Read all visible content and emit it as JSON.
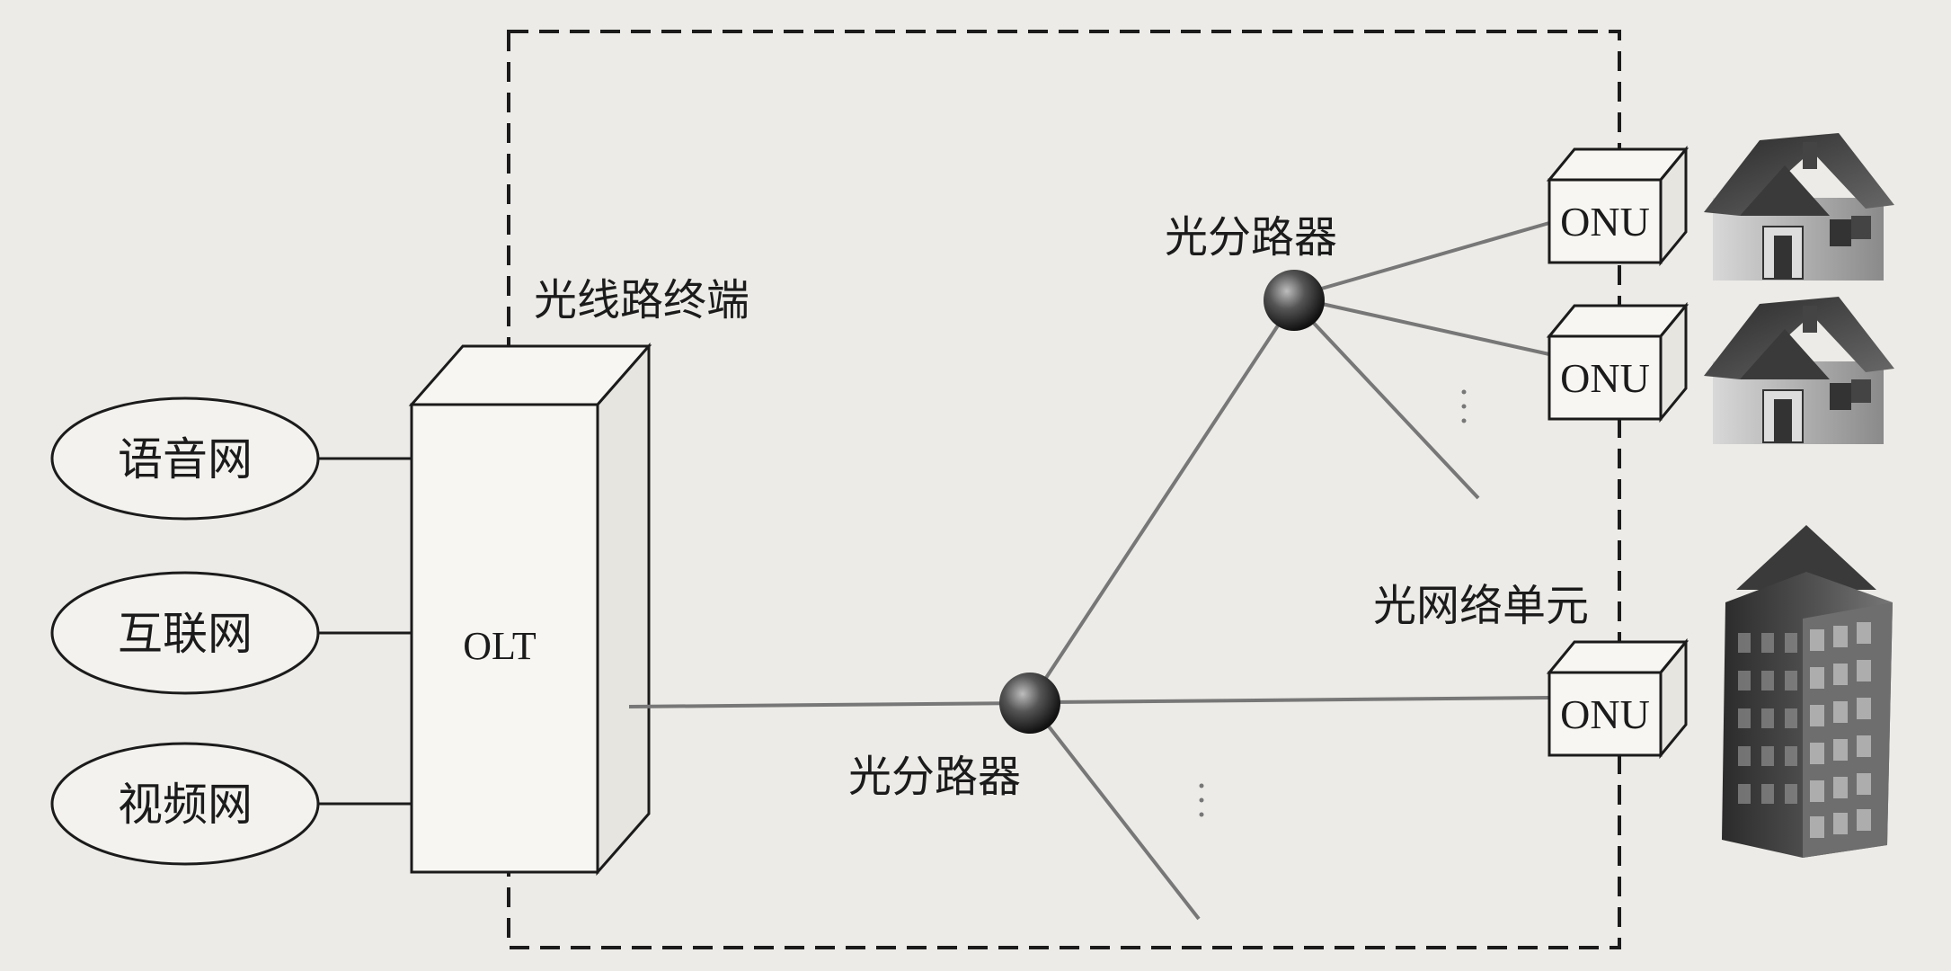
{
  "networks": [
    {
      "label": "语音网"
    },
    {
      "label": "互联网"
    },
    {
      "label": "视频网"
    }
  ],
  "olt": {
    "caption": "光线路终端",
    "label": "OLT"
  },
  "splitters": {
    "upper_caption": "光分路器",
    "lower_caption": "光分路器"
  },
  "onu": {
    "caption": "光网络单元",
    "label": "ONU"
  },
  "endpoints": [
    {
      "icon": "house-icon"
    },
    {
      "icon": "house-icon"
    },
    {
      "icon": "office-building-icon"
    }
  ],
  "colors": {
    "background": "#ecebe7",
    "line": "#1b1b1b",
    "fiber": "#777777"
  }
}
